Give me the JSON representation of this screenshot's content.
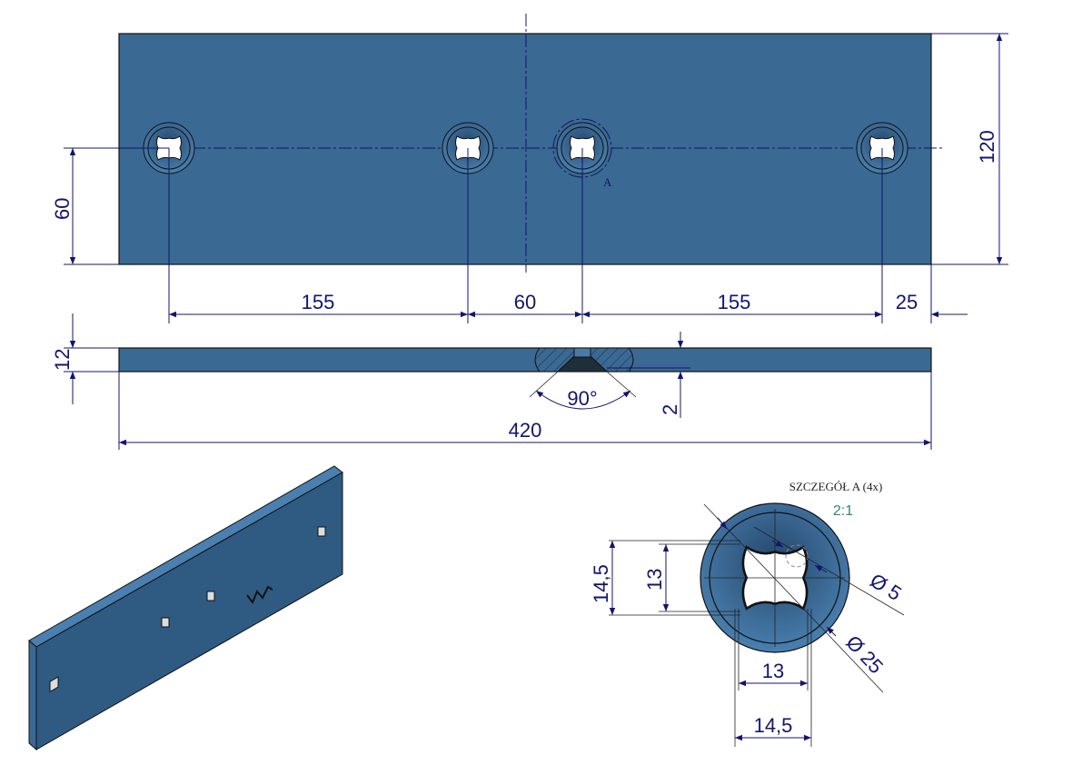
{
  "drawing": {
    "top_view": {
      "dim_offset_height": "60",
      "dim_total_height": "120",
      "dim_spacing_1": "155",
      "dim_spacing_2": "60",
      "dim_spacing_3": "155",
      "dim_edge": "25",
      "detail_ref": "A"
    },
    "side_view": {
      "dim_thickness": "12",
      "dim_countersink_depth": "2",
      "dim_angle": "90°",
      "dim_total_length": "420"
    },
    "detail": {
      "title": "SZCZEGÓŁ A (4x)",
      "scale": "2:1",
      "dim_outer_v": "14,5",
      "dim_inner_v": "13",
      "dim_inner_h": "13",
      "dim_outer_h": "14,5",
      "dim_small_dia": "Ø 5",
      "dim_large_dia": "Ø 25"
    },
    "colors": {
      "plate": "#3a6993",
      "dimension": "#14146e",
      "scale_text": "#2a8a7a"
    }
  }
}
